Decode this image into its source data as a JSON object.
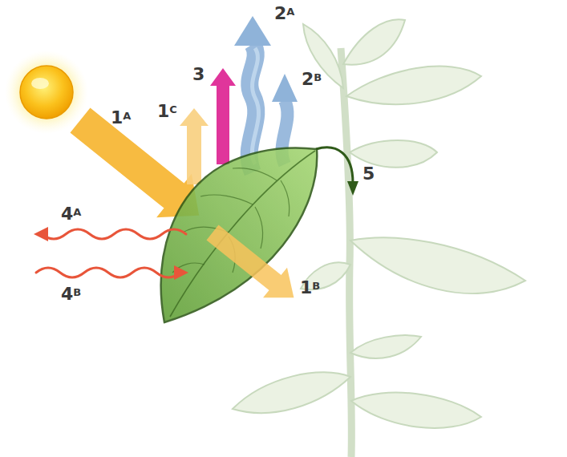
{
  "diagram": {
    "labels": [
      "1A",
      "1B",
      "1C",
      "2A",
      "2B",
      "3",
      "4A",
      "4B",
      "5"
    ]
  }
}
